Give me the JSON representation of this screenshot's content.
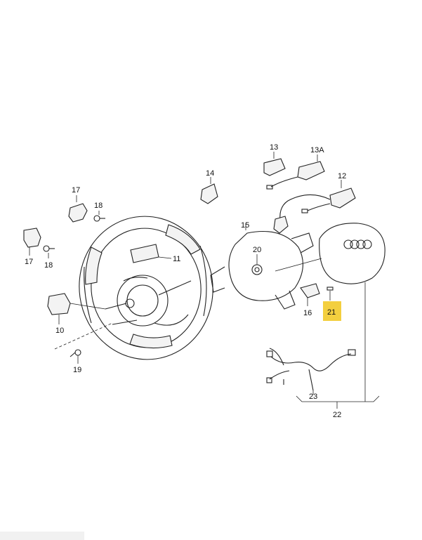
{
  "diagram": {
    "highlight_color": "#f3cf3f",
    "callouts": [
      {
        "id": "13",
        "text": "13"
      },
      {
        "id": "13A",
        "text": "13A"
      },
      {
        "id": "12",
        "text": "12"
      },
      {
        "id": "14",
        "text": "14"
      },
      {
        "id": "17a",
        "text": "17"
      },
      {
        "id": "18a",
        "text": "18"
      },
      {
        "id": "17b",
        "text": "17"
      },
      {
        "id": "18b",
        "text": "18"
      },
      {
        "id": "11",
        "text": "11"
      },
      {
        "id": "15",
        "text": "15"
      },
      {
        "id": "20",
        "text": "20"
      },
      {
        "id": "10",
        "text": "10"
      },
      {
        "id": "19",
        "text": "19"
      },
      {
        "id": "16",
        "text": "16"
      },
      {
        "id": "21",
        "text": "21",
        "highlighted": true
      },
      {
        "id": "23",
        "text": "23"
      },
      {
        "id": "22",
        "text": "22"
      }
    ]
  }
}
